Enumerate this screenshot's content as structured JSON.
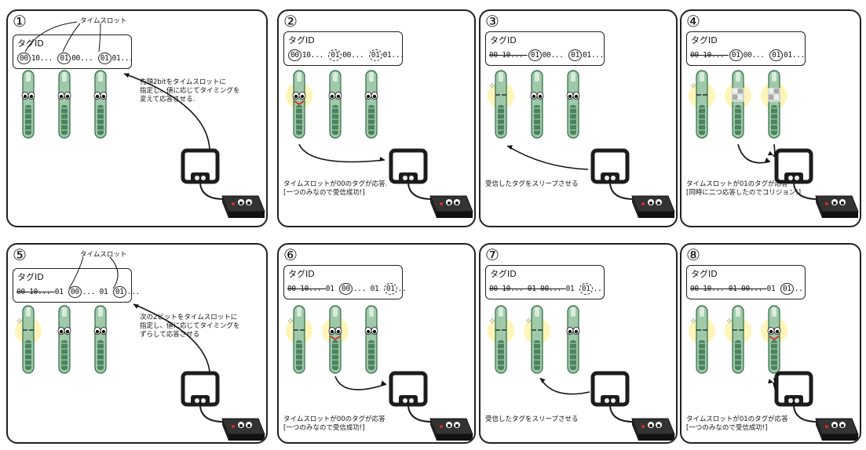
{
  "slot_label": "タイムスロット",
  "tag_id_label": "タグID",
  "panels": [
    {
      "num": "①",
      "left": 0,
      "top": 0,
      "bits": [
        {
          "t": "00",
          "ring": "solid"
        },
        {
          "t": "10... "
        },
        {
          "t": "01",
          "ring": "solid"
        },
        {
          "t": "00... "
        },
        {
          "t": "01",
          "ring": "solid"
        },
        {
          "t": "01..."
        }
      ],
      "caption": "先頭2bitをタイムスロットに\n指定し、値に応じてタイミングを\n変えて応答させる.",
      "show_slot_label": true
    },
    {
      "num": "②",
      "bits": [
        {
          "t": "00",
          "ring": "solid"
        },
        {
          "t": "10... "
        },
        {
          "t": "01",
          "ring": "dash"
        },
        {
          "t": "00... "
        },
        {
          "t": "01",
          "ring": "dash"
        },
        {
          "t": "01..."
        }
      ],
      "caption": "タイムスロットが00のタグが応答.\n[一つのみなので受信成功!]"
    },
    {
      "num": "③",
      "bits": [
        {
          "t": "00 10... ",
          "struck": true
        },
        {
          "t": "01",
          "ring": "solid"
        },
        {
          "t": "00... "
        },
        {
          "t": "01",
          "ring": "solid"
        },
        {
          "t": "01..."
        }
      ],
      "caption": "受信したタグをスリープさせる"
    },
    {
      "num": "④",
      "bits": [
        {
          "t": "00 10... ",
          "struck": true
        },
        {
          "t": "01",
          "ring": "solid"
        },
        {
          "t": "00... "
        },
        {
          "t": "01",
          "ring": "solid"
        },
        {
          "t": "01..."
        }
      ],
      "caption": "タイムスロットが01のタグが応答\n[同時に二つ応答したのでコリジョン!]"
    },
    {
      "num": "⑤",
      "bits": [
        {
          "t": "00 10... ",
          "struck": true
        },
        {
          "t": "01 "
        },
        {
          "t": "00",
          "ring": "solid"
        },
        {
          "t": "... 01 "
        },
        {
          "t": "01",
          "ring": "solid"
        },
        {
          "t": "..."
        }
      ],
      "caption": "次の2ビットをタイムスロットに\n指定し、値に応じてタイミングを\nずらして応答させる",
      "show_slot_label": true
    },
    {
      "num": "⑥",
      "bits": [
        {
          "t": "00 10... ",
          "struck": true
        },
        {
          "t": "01 "
        },
        {
          "t": "00",
          "ring": "solid"
        },
        {
          "t": "... 01 "
        },
        {
          "t": "01",
          "ring": "dash"
        },
        {
          "t": ".."
        }
      ],
      "caption": "タイムスロットが00のタグが応答\n[一つのみなので受信成功!]"
    },
    {
      "num": "⑦",
      "bits": [
        {
          "t": "00 10... ",
          "struck": true
        },
        {
          "t": "01 00... ",
          "struck": true
        },
        {
          "t": "01 "
        },
        {
          "t": "01",
          "ring": "dash"
        },
        {
          "t": ".."
        }
      ],
      "caption": "受信したタグをスリープさせる"
    },
    {
      "num": "⑧",
      "bits": [
        {
          "t": "00 10... ",
          "struck": true
        },
        {
          "t": "01 00... ",
          "struck": true
        },
        {
          "t": "01 "
        },
        {
          "t": "01",
          "ring": "solid"
        },
        {
          "t": ".."
        }
      ],
      "caption": "タイムスロットが01のタグが応答\n[一つのみなので受信成功!]"
    }
  ],
  "tags": [
    [
      "awake",
      "awake",
      "awake"
    ],
    [
      "active",
      "awake",
      "awake"
    ],
    [
      "sleep",
      "awake",
      "awake"
    ],
    [
      "sleep",
      "collide",
      "collide"
    ],
    [
      "sleep",
      "awake",
      "awake"
    ],
    [
      "sleep",
      "active",
      "awake"
    ],
    [
      "sleep",
      "sleep",
      "awake"
    ],
    [
      "sleep",
      "sleep",
      "active"
    ]
  ],
  "colors": {
    "tag_glass": "#9fc9a8",
    "tag_dark": "#2f6b45",
    "reader": "#1c1c1c",
    "accent_red": "#d62b2b",
    "glow": "#fff2a8"
  }
}
